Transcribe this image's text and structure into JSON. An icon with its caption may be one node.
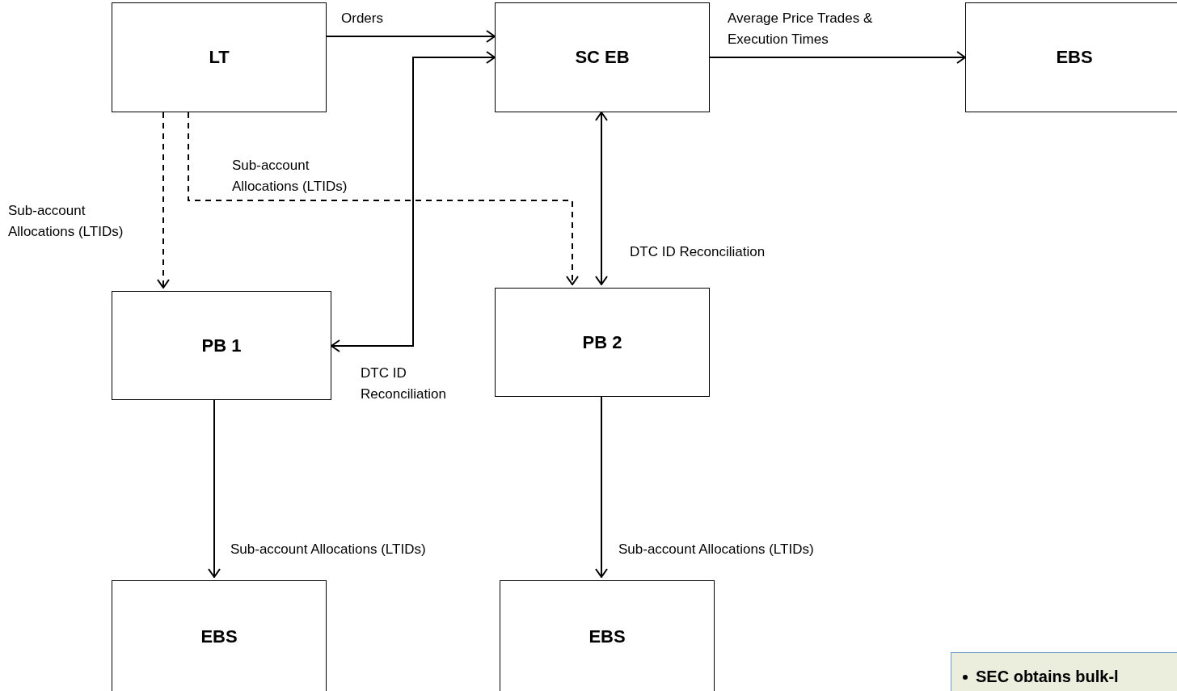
{
  "diagram": {
    "nodes": [
      {
        "text": [
          "LT"
        ]
      },
      {
        "text": [
          "SC EB"
        ]
      },
      {
        "text": [
          "EBS"
        ]
      },
      {
        "text": [
          "PB 1"
        ]
      },
      {
        "text": [
          "PB 2"
        ]
      },
      {
        "text": [
          "EBS"
        ]
      },
      {
        "text": [
          "EBS"
        ]
      },
      {
        "text": [
          "SEC obtains bulk-l"
        ]
      }
    ],
    "edges": [
      {
        "from": 0,
        "to": 1,
        "arrow": "to",
        "label": "Orders"
      },
      {
        "from": 1,
        "to": 2,
        "arrow": "to",
        "label": "Average Price Trades & Execution Times"
      },
      {
        "from": 0,
        "to": 3,
        "arrow": "to",
        "style": "dashed",
        "label": "Sub-account Allocations (LTIDs)"
      },
      {
        "from": 0,
        "to": 4,
        "arrow": "to",
        "style": "dashed",
        "label": "Sub-account Allocations (LTIDs)"
      },
      {
        "from": 1,
        "to": 3,
        "arrow": "both",
        "label": "DTC ID Reconciliation"
      },
      {
        "from": 1,
        "to": 4,
        "arrow": "both",
        "label": "DTC ID Reconciliation"
      },
      {
        "from": 3,
        "to": 5,
        "arrow": "to",
        "label": "Sub-account Allocations (LTIDs)"
      },
      {
        "from": 4,
        "to": 6,
        "arrow": "to",
        "label": "Sub-account Allocations (LTIDs)"
      }
    ]
  }
}
